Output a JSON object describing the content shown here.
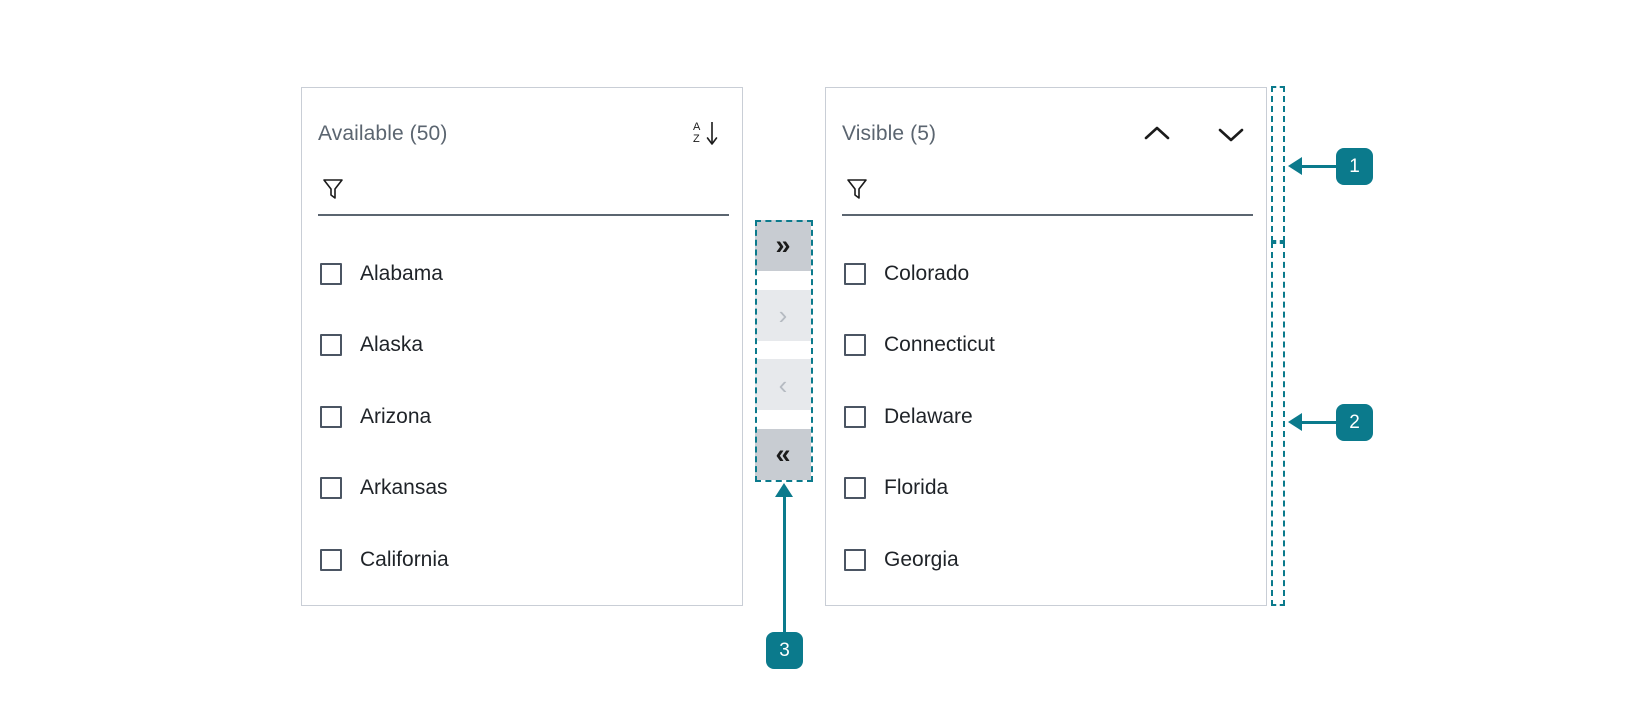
{
  "colors": {
    "accent": "#0b7a8c",
    "panel_border": "#c9ced6",
    "title_text": "#5b6570",
    "item_text": "#1f2328",
    "checkbox_border": "#4b5563",
    "button_enabled_bg": "#c8ccd2",
    "button_disabled_bg": "#e7e9ec",
    "filter_underline": "#5b6570"
  },
  "available_panel": {
    "title": "Available (50)",
    "sort_icon": "sort-az-descending-icon",
    "sort_letters": {
      "top": "A",
      "bottom": "Z"
    },
    "filter": {
      "icon": "filter-funnel-icon",
      "value": "",
      "placeholder": ""
    },
    "items": [
      {
        "label": "Alabama",
        "checked": false
      },
      {
        "label": "Alaska",
        "checked": false
      },
      {
        "label": "Arizona",
        "checked": false
      },
      {
        "label": "Arkansas",
        "checked": false
      },
      {
        "label": "California",
        "checked": false
      }
    ]
  },
  "visible_panel": {
    "title": "Visible (5)",
    "move_up_icon": "chevron-up-icon",
    "move_down_icon": "chevron-down-icon",
    "filter": {
      "icon": "filter-funnel-icon",
      "value": "",
      "placeholder": ""
    },
    "items": [
      {
        "label": "Colorado",
        "checked": false
      },
      {
        "label": "Connecticut",
        "checked": false
      },
      {
        "label": "Delaware",
        "checked": false
      },
      {
        "label": "Florida",
        "checked": false
      },
      {
        "label": "Georgia",
        "checked": false
      }
    ]
  },
  "transfer_buttons": [
    {
      "name": "move-all-right-button",
      "glyph": "»",
      "state": "enabled"
    },
    {
      "name": "move-right-button",
      "glyph": "›",
      "state": "disabled"
    },
    {
      "name": "move-left-button",
      "glyph": "‹",
      "state": "disabled"
    },
    {
      "name": "move-all-left-button",
      "glyph": "«",
      "state": "enabled"
    }
  ],
  "annotations": [
    {
      "number": "1",
      "target": "visible-panel-header-region"
    },
    {
      "number": "2",
      "target": "visible-panel-list-region"
    },
    {
      "number": "3",
      "target": "transfer-button-stack"
    }
  ]
}
